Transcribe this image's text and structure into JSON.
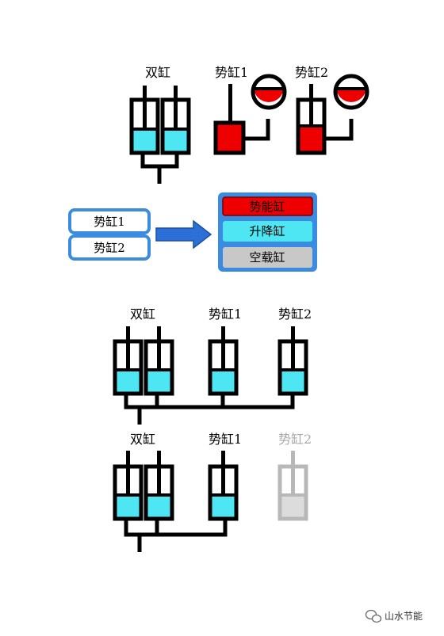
{
  "top_row": {
    "double_label": "双缸",
    "potential1_label": "势缸1",
    "potential2_label": "势缸2"
  },
  "flow": {
    "left_box_1": "势缸1",
    "left_box_2": "势缸2",
    "right_box_1": "势能缸",
    "right_box_2": "升降缸",
    "right_box_3": "空载缸"
  },
  "middle_row": {
    "double_label": "双缸",
    "potential1_label": "势缸1",
    "potential2_label": "势缸2"
  },
  "bottom_row": {
    "double_label": "双缸",
    "potential1_label": "势缸1",
    "potential2_label": "势缸2"
  },
  "watermark": {
    "text": "山水节能"
  },
  "colors": {
    "cyan": "#4de6f2",
    "red": "#ee0000",
    "blue_border": "#3b8be0",
    "arrow_blue": "#2c6fd6",
    "gray_cylinder": "#b8b8b8",
    "gray_fill": "#dcdcdc"
  }
}
